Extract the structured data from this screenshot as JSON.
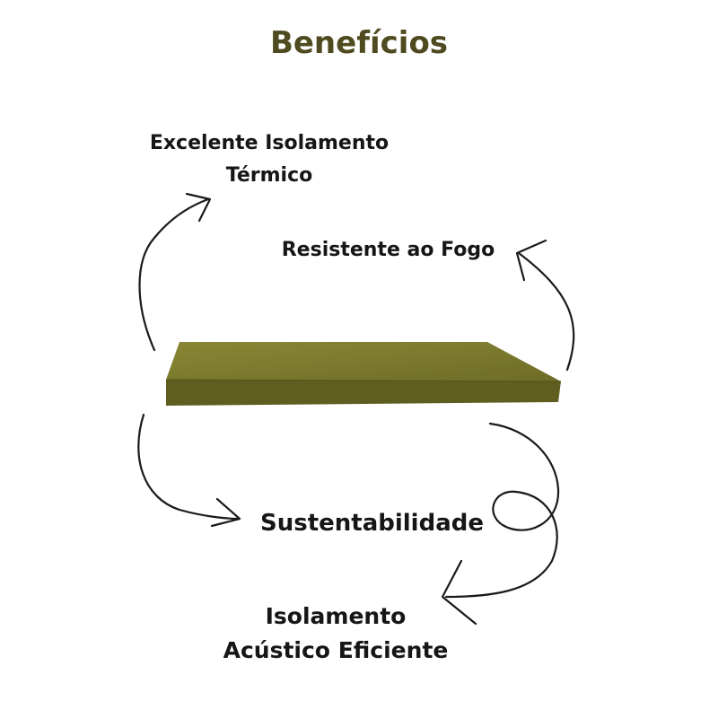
{
  "title": "Benefícios",
  "colors": {
    "title": "#4f4a1f",
    "text": "#161616",
    "panel_top": "#7b7a2e",
    "panel_front": "#5f5d1f",
    "arrow": "#1a1a1a"
  },
  "benefits": {
    "thermal": {
      "line1": "Excelente Isolamento",
      "line2": "Térmico"
    },
    "fire": {
      "label": "Resistente ao Fogo"
    },
    "sustainability": {
      "label": "Sustentabilidade"
    },
    "acoustic": {
      "line1": "Isolamento",
      "line2": "Acústico Eficiente"
    }
  }
}
